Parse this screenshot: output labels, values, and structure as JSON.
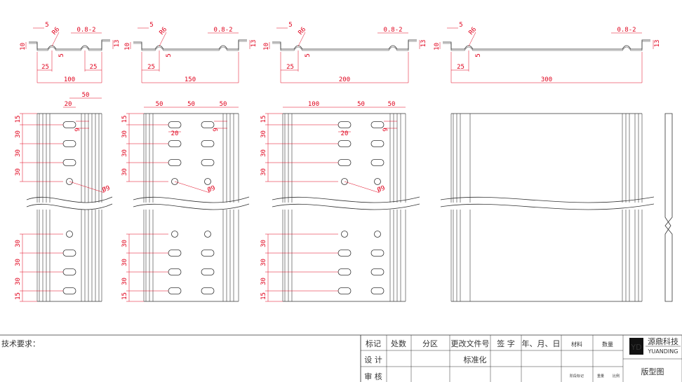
{
  "profiles": [
    {
      "thickness": "0.8-2",
      "left_height": "10",
      "right_height": "13",
      "lip": "5",
      "radius": "R6",
      "groove_depth": "5",
      "left_offset": "25",
      "right_offset": "25",
      "width": "100"
    },
    {
      "thickness": "0.8-2",
      "left_height": "10",
      "right_height": "13",
      "lip": "5",
      "radius": "R6",
      "groove_depth": "5",
      "left_offset": "25",
      "width": "150"
    },
    {
      "thickness": "0.8-2",
      "left_height": "10",
      "right_height": "13",
      "lip": "5",
      "radius": "R6",
      "groove_depth": "5",
      "left_offset": "25",
      "width": "200"
    },
    {
      "thickness": "0.8-2",
      "left_height": "10",
      "right_height": "13",
      "lip": "5",
      "radius": "R6",
      "groove_depth": "5",
      "left_offset": "25",
      "width": "300"
    }
  ],
  "plan_views": [
    {
      "top_dims": [
        "50",
        "20"
      ],
      "slot_dim": "9",
      "hole": "Ø9",
      "vert_dims_top": [
        "15",
        "30",
        "30",
        "30"
      ],
      "vert_dims_bottom": [
        "30",
        "30",
        "30",
        "15"
      ]
    },
    {
      "top_dims": [
        "50",
        "50",
        "50",
        "20"
      ],
      "slot_dim": "9",
      "hole": "Ø9",
      "vert_dims_top": [
        "15",
        "30",
        "30",
        "30"
      ],
      "vert_dims_bottom": [
        "30",
        "30",
        "30",
        "15"
      ]
    },
    {
      "top_dims": [
        "100",
        "50",
        "50",
        "20"
      ],
      "slot_dim": "9",
      "hole": "Ø9",
      "vert_dims_top": [
        "15",
        "30",
        "30",
        "30"
      ],
      "vert_dims_bottom": [
        "30",
        "30",
        "30",
        "15"
      ]
    },
    {
      "top_dims": []
    }
  ],
  "notes_label": "技术要求：",
  "title_block": {
    "header": [
      "标记",
      "处数",
      "分区",
      "更改文件号",
      "签 字",
      "年、月、日"
    ],
    "row2": [
      "设 计",
      "标准化"
    ],
    "row3": [
      "审 核"
    ],
    "material": "材料",
    "quantity": "数量",
    "weight": "重量",
    "scale": "比例",
    "stage_mark": "阶段标记",
    "company_cn": "源鼎科技",
    "company_en": "YUANDING",
    "logo_text": "YD",
    "drawing_title": "版型图"
  },
  "colors": {
    "dimension": "#e0001b",
    "outline": "#333333"
  }
}
